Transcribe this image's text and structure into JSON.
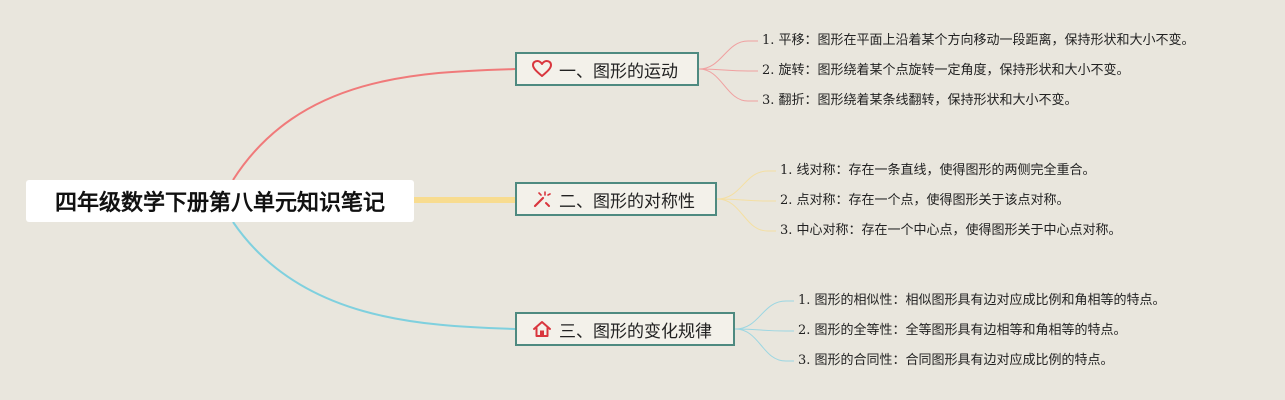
{
  "root": {
    "title": "四年级数学下册第八单元知识笔记"
  },
  "branches": [
    {
      "label": "一、图形的运动",
      "icon": "heart-icon",
      "color": "#f07a7a",
      "leaves": [
        "1. 平移：图形在平面上沿着某个方向移动一段距离，保持形状和大小不变。",
        "2. 旋转：图形绕着某个点旋转一定角度，保持形状和大小不变。",
        "3. 翻折：图形绕着某条线翻转，保持形状和大小不变。"
      ]
    },
    {
      "label": "二、图形的对称性",
      "icon": "magic-wand-icon",
      "color": "#f8dc8f",
      "leaves": [
        "1. 线对称：存在一条直线，使得图形的两侧完全重合。",
        "2. 点对称：存在一个点，使得图形关于该点对称。",
        "3. 中心对称：存在一个中心点，使得图形关于中心点对称。"
      ]
    },
    {
      "label": "三、图形的变化规律",
      "icon": "house-icon",
      "color": "#7fd0de",
      "leaves": [
        "1. 图形的相似性：相似图形具有边对应成比例和角相等的特点。",
        "2. 图形的全等性：全等图形具有边相等和角相等的特点。",
        "3. 图形的合同性：合同图形具有边对应成比例的特点。"
      ]
    }
  ]
}
